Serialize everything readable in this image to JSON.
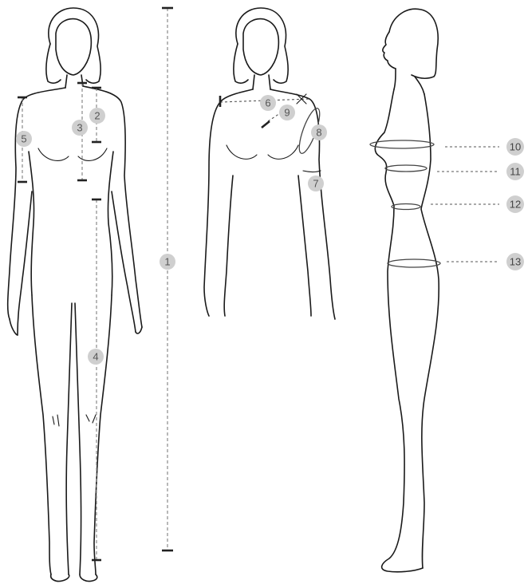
{
  "figures": {
    "front": "front-view",
    "upper": "upper-body-view",
    "side": "side-view"
  },
  "markers": {
    "m1": "1",
    "m2": "2",
    "m3": "3",
    "m4": "4",
    "m5": "5",
    "m6": "6",
    "m7": "7",
    "m8": "8",
    "m9": "9",
    "m10": "10",
    "m11": "11",
    "m12": "12",
    "m13": "13"
  },
  "colors": {
    "line": "#1a1a1a",
    "badge": "#cfcfcf",
    "badge_text": "#555555",
    "dashed": "#8a8a8a"
  }
}
